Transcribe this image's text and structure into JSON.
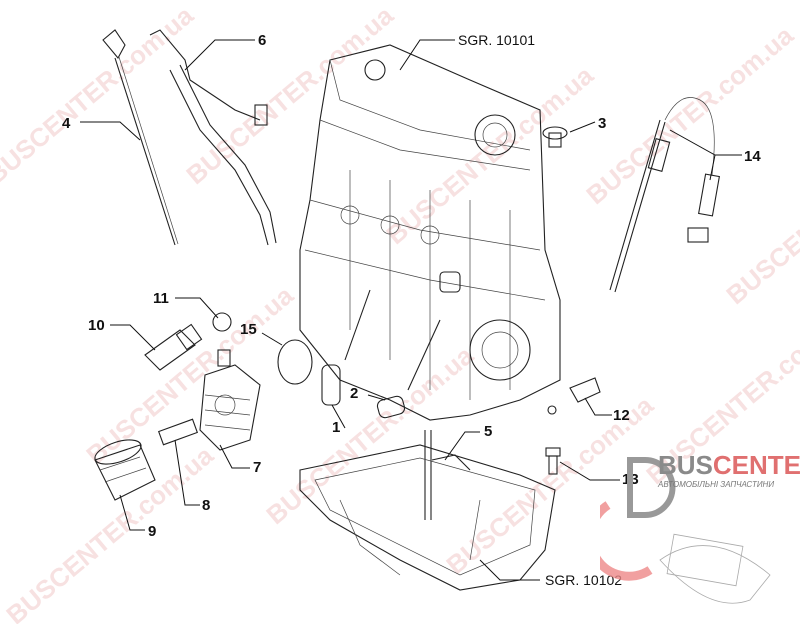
{
  "diagram": {
    "callouts": [
      "1",
      "2",
      "3",
      "4",
      "5",
      "6",
      "7",
      "8",
      "9",
      "10",
      "11",
      "12",
      "13",
      "14",
      "15"
    ],
    "references": {
      "engine_block": "SGR. 10101",
      "oil_sump": "SGR. 10102"
    }
  },
  "watermark": {
    "text": "BUSCENTER.com.ua"
  },
  "logo": {
    "brand_part1": "BUS",
    "brand_part2": "CENTER",
    "tagline": "АВТОМОБІЛЬНІ ЗАПЧАСТИНИ",
    "colors": {
      "gray": "#8a8a8a",
      "red": "#e07070"
    }
  }
}
